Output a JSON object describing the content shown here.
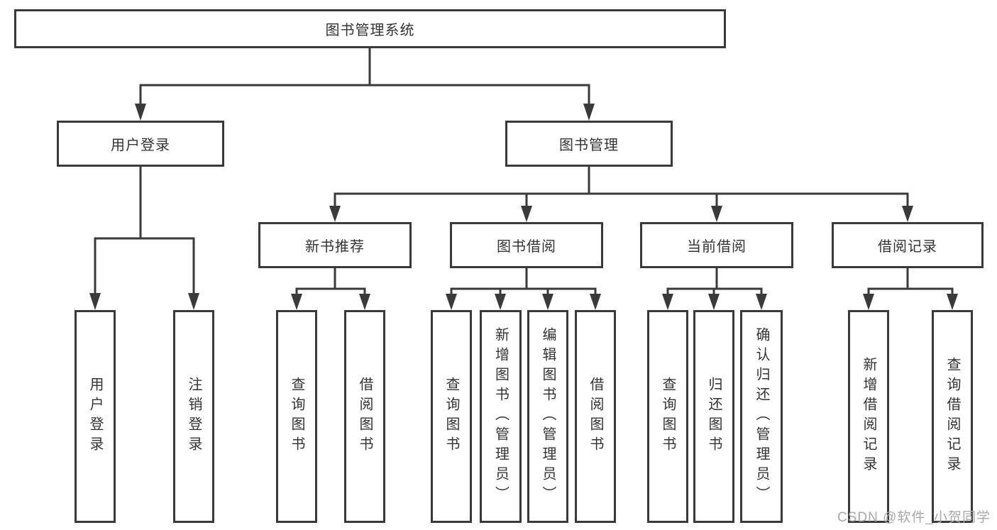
{
  "diagram": {
    "type": "hierarchy-tree",
    "title": "图书管理系统",
    "colors": {
      "background": "#ffffff",
      "line": "#3a3a3a",
      "box_border": "#3a3a3a",
      "text": "#333333",
      "watermark": "#a8a8a8"
    },
    "tree": {
      "label": "图书管理系统",
      "children": [
        {
          "label": "用户登录",
          "children": [
            {
              "label": "用户登录"
            },
            {
              "label": "注销登录"
            }
          ]
        },
        {
          "label": "图书管理",
          "children": [
            {
              "label": "新书推荐",
              "children": [
                {
                  "label": "查询图书"
                },
                {
                  "label": "借阅图书"
                }
              ]
            },
            {
              "label": "图书借阅",
              "children": [
                {
                  "label": "查询图书"
                },
                {
                  "label": "新增图书（管理员）"
                },
                {
                  "label": "编辑图书（管理员）"
                },
                {
                  "label": "借阅图书"
                }
              ]
            },
            {
              "label": "当前借阅",
              "children": [
                {
                  "label": "查询图书"
                },
                {
                  "label": "归还图书"
                },
                {
                  "label": "确认归还（管理员）"
                }
              ]
            },
            {
              "label": "借阅记录",
              "children": [
                {
                  "label": "新增借阅记录"
                },
                {
                  "label": "查询借阅记录"
                }
              ]
            }
          ]
        }
      ]
    },
    "watermark": "CSDN @软件_小贺同学"
  }
}
